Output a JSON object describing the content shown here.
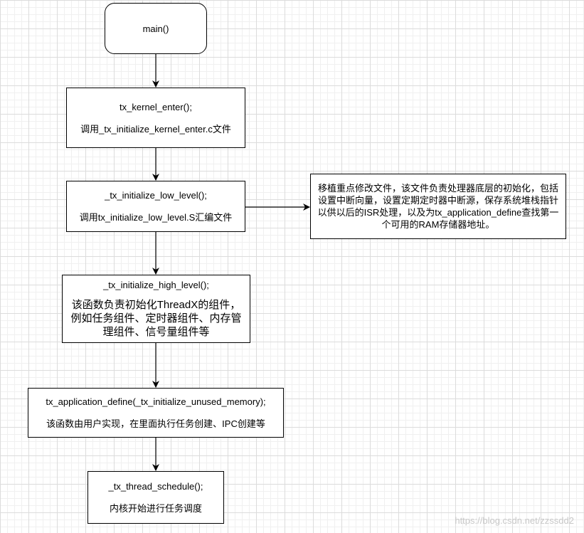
{
  "nodes": {
    "main": {
      "label": "main()"
    },
    "kernel_enter": {
      "line1": "tx_kernel_enter();",
      "line2": "调用_tx_initialize_kernel_enter.c文件"
    },
    "low_level": {
      "line1": "_tx_initialize_low_level();",
      "line2": "调用tx_initialize_low_level.S汇编文件"
    },
    "high_level": {
      "line1": "_tx_initialize_high_level();",
      "line2": "该函数负责初始化ThreadX的组件，例如任务组件、定时器组件、内存管理组件、信号量组件等"
    },
    "app_define": {
      "line1": "tx_application_define(_tx_initialize_unused_memory);",
      "line2": "该函数由用户实现，在里面执行任务创建、IPC创建等"
    },
    "schedule": {
      "line1": "_tx_thread_schedule();",
      "line2": "内核开始进行任务调度"
    },
    "note": {
      "text": "移植重点修改文件，该文件负责处理器底层的初始化，包括设置中断向量，设置定期定时器中断源，保存系统堆栈指针以供以后的ISR处理，以及为tx_application_define查找第一个可用的RAM存储器地址。"
    }
  },
  "watermark": "https://blog.csdn.net/zzssdd2"
}
